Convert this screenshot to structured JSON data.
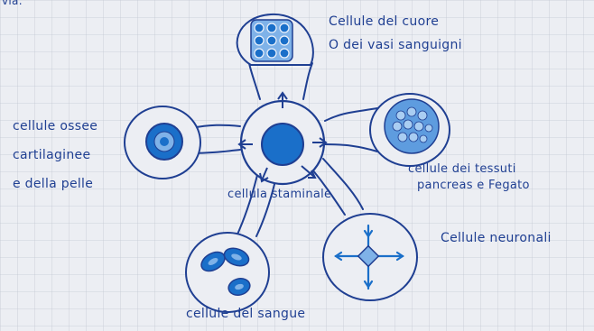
{
  "header_fragment": "via.",
  "colors": {
    "ink": "#1f3f92",
    "cell_fill": "#1a6fc9",
    "cell_light": "#7fb2e8",
    "paper": "#eceef3",
    "grid": "#c3c8d3"
  },
  "center_cell": {
    "label": "cellula staminale",
    "icon": "stem-cell-nucleus"
  },
  "branches": [
    {
      "id": "heart",
      "icon": "heart-vessel-cells-icon",
      "label_lines": [
        "Cellule del cuore",
        "O dei vasi sanguigni"
      ]
    },
    {
      "id": "tissue",
      "icon": "tissue-cells-icon",
      "label_lines": [
        "cellule dei tessuti",
        "pancreas e Fegato"
      ]
    },
    {
      "id": "bone",
      "icon": "bone-cartilage-skin-cell-icon",
      "label_lines": [
        "cellule ossee",
        "cartilaginee",
        "e della pelle"
      ]
    },
    {
      "id": "blood",
      "icon": "blood-cells-icon",
      "label_lines": [
        "cellule del sangue"
      ]
    },
    {
      "id": "neuron",
      "icon": "neuron-icon",
      "label_lines": [
        "Cellule neuronali"
      ]
    }
  ]
}
